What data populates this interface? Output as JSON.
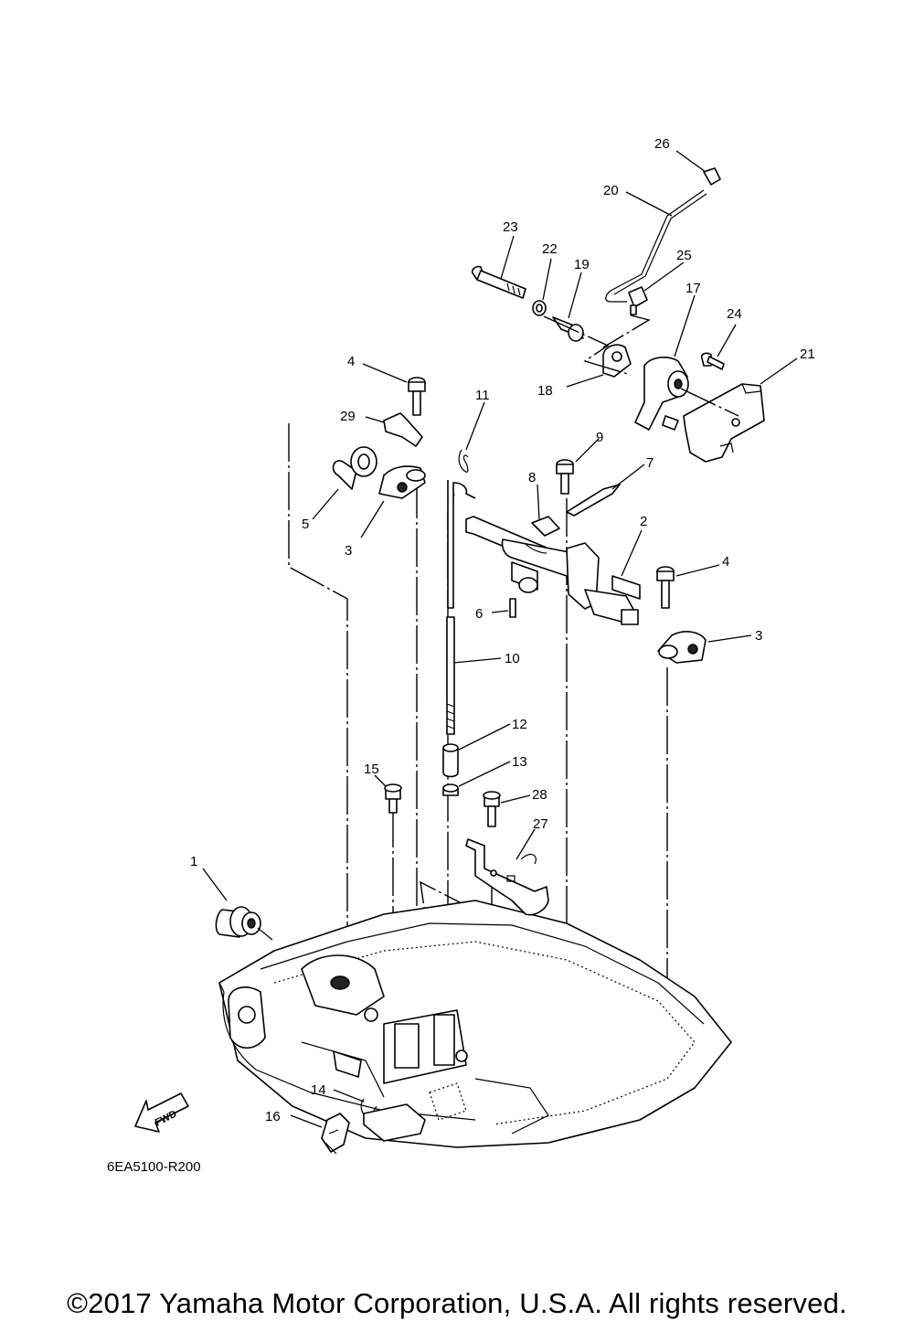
{
  "diagram": {
    "callouts": [
      "1",
      "2",
      "3",
      "3",
      "4",
      "4",
      "5",
      "6",
      "7",
      "8",
      "9",
      "10",
      "11",
      "12",
      "13",
      "14",
      "15",
      "16",
      "17",
      "18",
      "19",
      "20",
      "21",
      "22",
      "23",
      "24",
      "25",
      "26",
      "27",
      "28",
      "29"
    ],
    "fwd_label": "FWD",
    "drawing_code": "6EA5100-R200"
  },
  "footer": {
    "copyright": "©2017 Yamaha Motor Corporation, U.S.A. All rights reserved."
  }
}
